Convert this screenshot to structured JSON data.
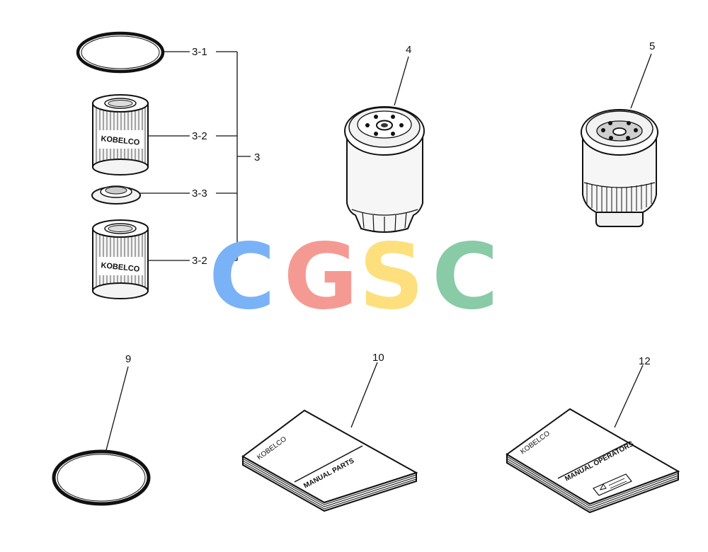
{
  "callouts": {
    "c3_1": "3-1",
    "c3_2a": "3-2",
    "c3_3": "3-3",
    "c3_2b": "3-2",
    "c3": "3",
    "c4": "4",
    "c5": "5",
    "c9": "9",
    "c10": "10",
    "c12": "12"
  },
  "filters": {
    "brand_a": "KOBELCO",
    "brand_b": "KOBELCO"
  },
  "manuals": {
    "parts": {
      "brand": "KOBELCO",
      "title": "MANUAL  PARTS"
    },
    "operators": {
      "brand": "KOBELCO",
      "title": "MANUAL  OPERATORS"
    }
  },
  "watermark": {
    "letters": [
      "C",
      "G",
      "S",
      "C"
    ],
    "colors": [
      "#7ab2f7",
      "#f59a92",
      "#fde07d",
      "#88cba6"
    ]
  }
}
